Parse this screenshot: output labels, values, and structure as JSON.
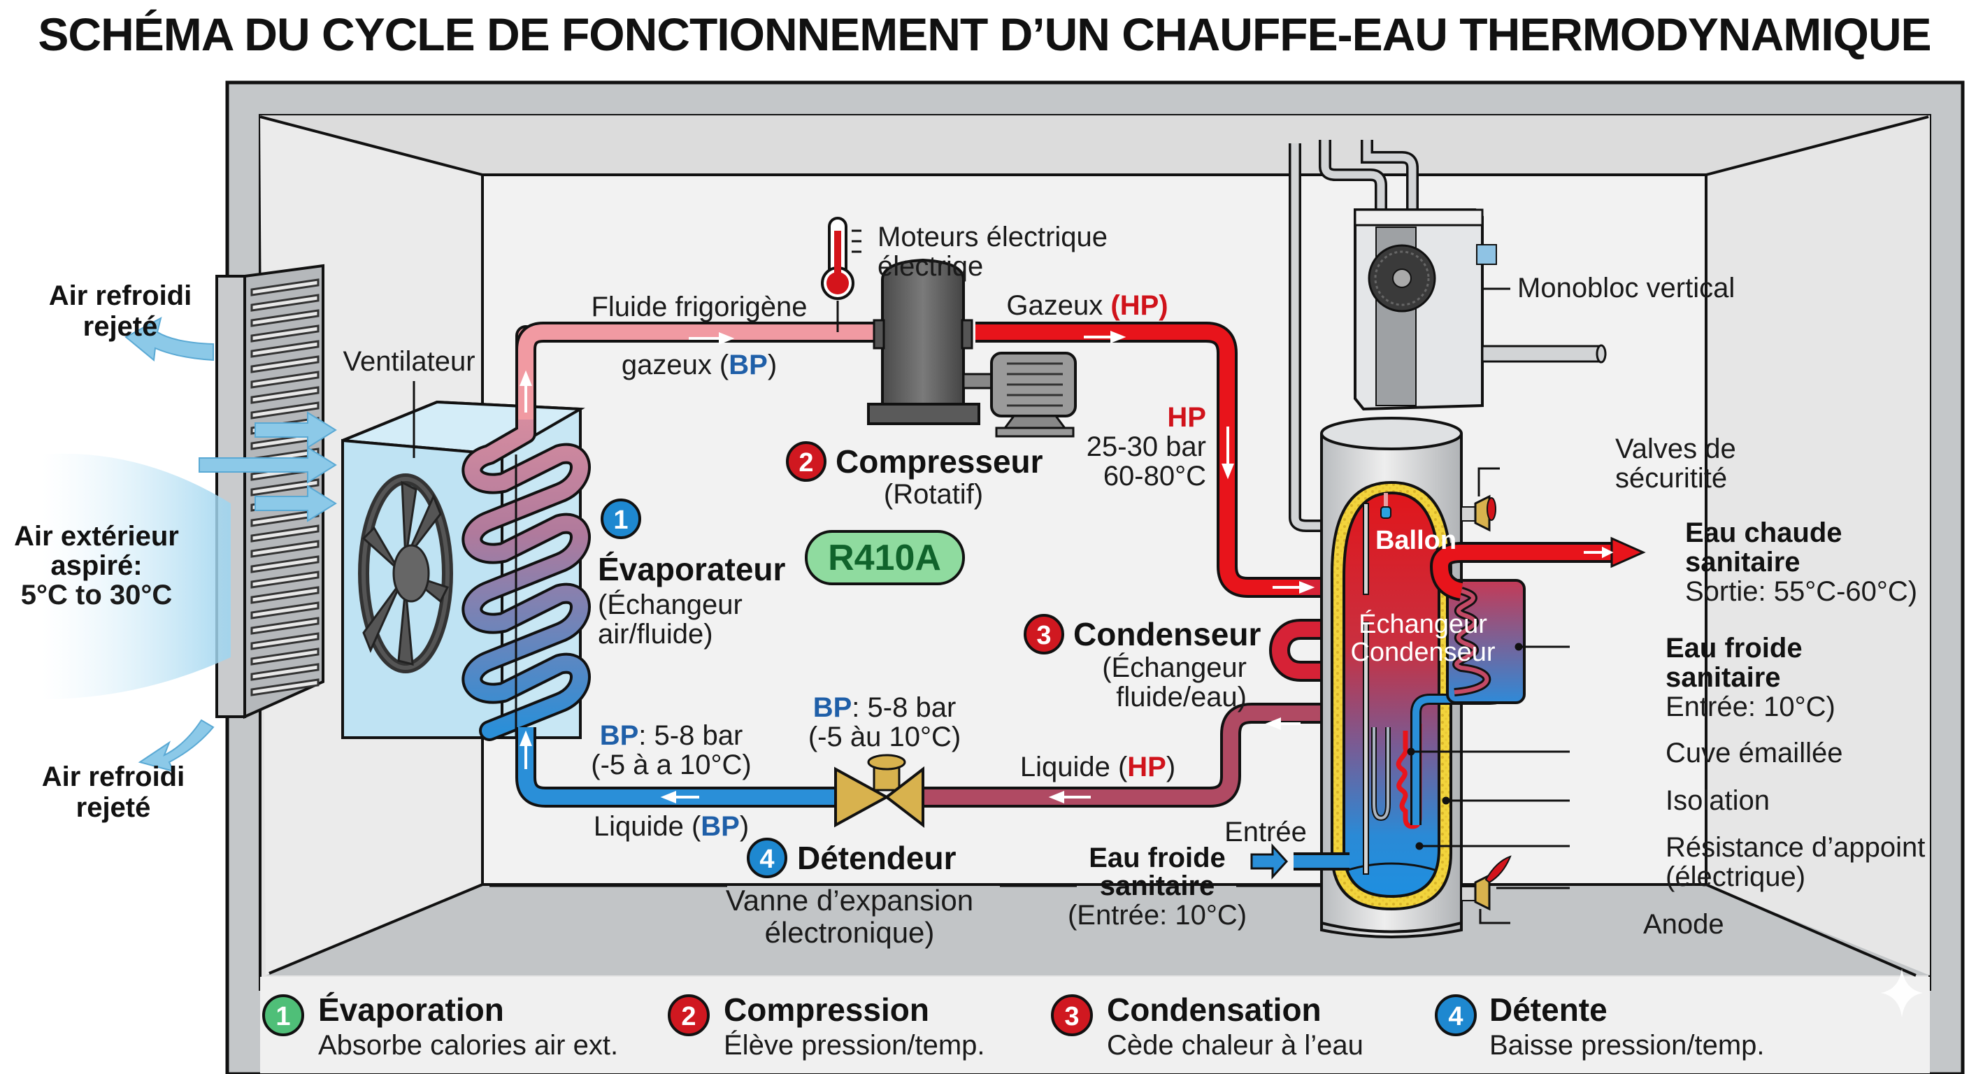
{
  "title": "SCHÉMA DU CYCLE DE FONCTIONNEMENT D’UN CHAUFFE-EAU THERMODYNAMIQUE",
  "colors": {
    "hot_pipe": "#e8141b",
    "warm_pipe": "#b04a63",
    "cool_pipe": "#f0a0a6",
    "cold_pipe": "#2a8fd8",
    "wall": "#c4c7c9",
    "room": "#ececec",
    "bp_text": "#1f5fa8",
    "hp_text": "#d0131b",
    "badge_green": "#4fbf78",
    "badge_red": "#d01820",
    "badge_blue": "#1e88d0",
    "valve": "#d8b24e",
    "insulation": "#f2d43c",
    "r410_fill": "#8fdb9f",
    "r410_text": "#10632b"
  },
  "air": {
    "top_out": [
      "Air refroidi",
      "rejeté"
    ],
    "intake": [
      "Air extérieur",
      "aspiré:",
      "5°C to 30°C"
    ],
    "bottom_out": [
      "Air refroidi",
      "rejeté"
    ]
  },
  "labels": {
    "ventilateur": "Ventilateur",
    "fluide_line1": "Fluide frigorigène",
    "fluide_line2_prefix": "gazeux (",
    "fluide_line2_bp": "BP",
    "fluide_line2_suffix": ")",
    "moteurs_line1": "Moteurs électrique",
    "moteurs_line2": "électriqe",
    "gazeux_prefix": "Gazeux ",
    "gazeux_hp": "(HP)",
    "hp_label": "HP",
    "hp_pressure": "25-30 bar",
    "hp_temp": "60-80°C",
    "monobloc": "Monobloc vertical",
    "valves_line1": "Valves de",
    "valves_line2": "sécuritité",
    "eau_chaude_line1": "Eau chaude",
    "eau_chaude_line2": "sanitaire",
    "eau_chaude_line3": "Sortie: 55°C-60°C)",
    "eau_froide_r_line1": "Eau froide",
    "eau_froide_r_line2": "sanitaire",
    "eau_froide_r_line3": "Entrée: 10°C)",
    "cuve": "Cuve émaillée",
    "isolation": "Isolation",
    "resistance_line1": "Résistance d’appoint",
    "resistance_line2": "(électrique)",
    "anode": "Anode",
    "ballon": "Ballon",
    "echangeur_line1": "Échangeur",
    "echangeur_line2": "Condenseur",
    "r410a": "R410A",
    "bp_left_prefix": "BP",
    "bp_left_rest": ": 5-8 bar",
    "bp_left_temp": "(-5 à a 10°C)",
    "bp_valve_prefix": "BP",
    "bp_valve_rest": ": 5-8 bar",
    "bp_valve_temp": "(-5 àu 10°C)",
    "liquide_bp_prefix": "Liquide (",
    "liquide_bp_bp": "BP",
    "liquide_bp_suffix": ")",
    "liquide_hp_prefix": "Liquide (",
    "liquide_hp_hp": "HP",
    "liquide_hp_suffix": ")",
    "entree": "Entrée",
    "eau_froide_b_line1": "Eau froide",
    "eau_froide_b_line2": "sanitaire",
    "eau_froide_b_line3": "(Entrée: 10°C)"
  },
  "components": [
    {
      "number": "1",
      "name": "Évaporateur",
      "sub_line1": "(Échangeur",
      "sub_line2": "air/fluide)",
      "color": "blue"
    },
    {
      "number": "2",
      "name": "Compresseur",
      "sub_line1": "(Rotatif)",
      "sub_line2": "",
      "color": "red"
    },
    {
      "number": "3",
      "name": "Condenseur",
      "sub_line1": "(Échangeur",
      "sub_line2": "fluide/eau)",
      "color": "red"
    },
    {
      "number": "4",
      "name": "Détendeur",
      "sub_line1": "Vanne d’expansion",
      "sub_line2": "électronique)",
      "color": "blue"
    }
  ],
  "legend": [
    {
      "number": "1",
      "title": "Évaporation",
      "desc": "Absorbe calories air ext.",
      "color": "green"
    },
    {
      "number": "2",
      "title": "Compression",
      "desc": "Élève pression/temp.",
      "color": "red"
    },
    {
      "number": "3",
      "title": "Condensation",
      "desc": "Cède chaleur à l’eau",
      "color": "red"
    },
    {
      "number": "4",
      "title": "Détente",
      "desc": "Baisse pression/temp.",
      "color": "blue"
    }
  ],
  "icons": {
    "thermometer": "thermometer-icon",
    "fan": "fan-icon",
    "compressor": "compressor-icon",
    "motor": "motor-icon",
    "valve": "expansion-valve-icon",
    "safety_valve": "safety-valve-icon",
    "sparkle": "sparkle-icon"
  }
}
